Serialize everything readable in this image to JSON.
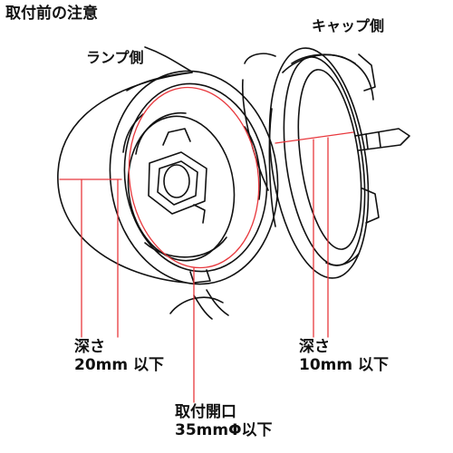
{
  "title": "取付前の注意",
  "labels": {
    "lamp_side": "ランプ側",
    "cap_side": "キャップ側"
  },
  "annotations": {
    "depth_lamp": {
      "line1": "深さ",
      "line2": "20mm 以下"
    },
    "depth_cap": {
      "line1": "深さ",
      "line2": "10mm 以下"
    },
    "opening": {
      "line1": "取付開口",
      "line2": "35mmΦ以下"
    }
  },
  "colors": {
    "outline": "#111111",
    "dimension_line": "#e8383d",
    "background": "#ffffff"
  }
}
